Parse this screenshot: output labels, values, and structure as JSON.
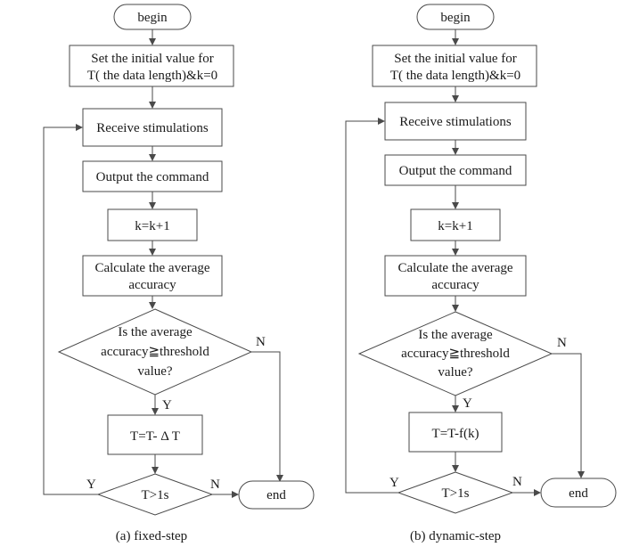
{
  "flowcharts": [
    {
      "caption": "(a) fixed-step",
      "begin": "begin",
      "init": [
        "Set the initial value for",
        "T( the data length)&k=0"
      ],
      "receive": "Receive stimulations",
      "output": "Output the command",
      "increment": "k=k+1",
      "calculate": [
        "Calculate the average",
        "accuracy"
      ],
      "decision": [
        "Is the average",
        "accuracy≧threshold",
        "value?"
      ],
      "update": "T=T- Δ T",
      "check": "T>1s",
      "end": "end",
      "yes": "Y",
      "no": "N"
    },
    {
      "caption": "(b) dynamic-step",
      "begin": "begin",
      "init": [
        "Set the initial value for",
        "T( the data length)&k=0"
      ],
      "receive": "Receive stimulations",
      "output": "Output the command",
      "increment": "k=k+1",
      "calculate": [
        "Calculate the average",
        "accuracy"
      ],
      "decision": [
        "Is the average",
        "accuracy≧threshold",
        "value?"
      ],
      "update": "T=T-f(k)",
      "check": "T>1s",
      "end": "end",
      "yes": "Y",
      "no": "N"
    }
  ]
}
